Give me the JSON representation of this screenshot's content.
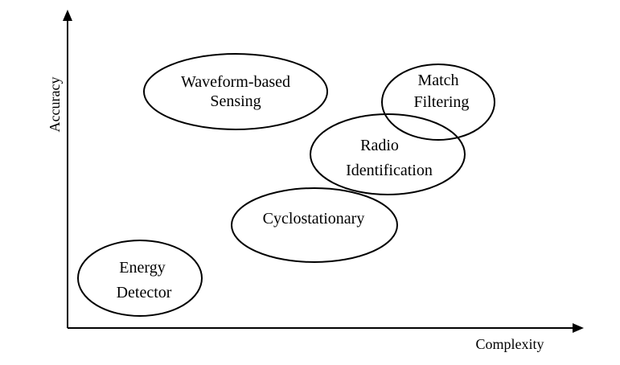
{
  "axes": {
    "x_label": "Complexity",
    "y_label": "Accuracy"
  },
  "bubbles": [
    {
      "id": "waveform",
      "lines": [
        "Waveform-based",
        "Sensing"
      ]
    },
    {
      "id": "match",
      "lines": [
        "Match",
        "Filtering"
      ]
    },
    {
      "id": "radio",
      "lines": [
        "Radio",
        "Identification"
      ]
    },
    {
      "id": "cyclo",
      "lines": [
        "Cyclostationary"
      ]
    },
    {
      "id": "energy",
      "lines": [
        "Energy",
        "Detector"
      ]
    }
  ]
}
